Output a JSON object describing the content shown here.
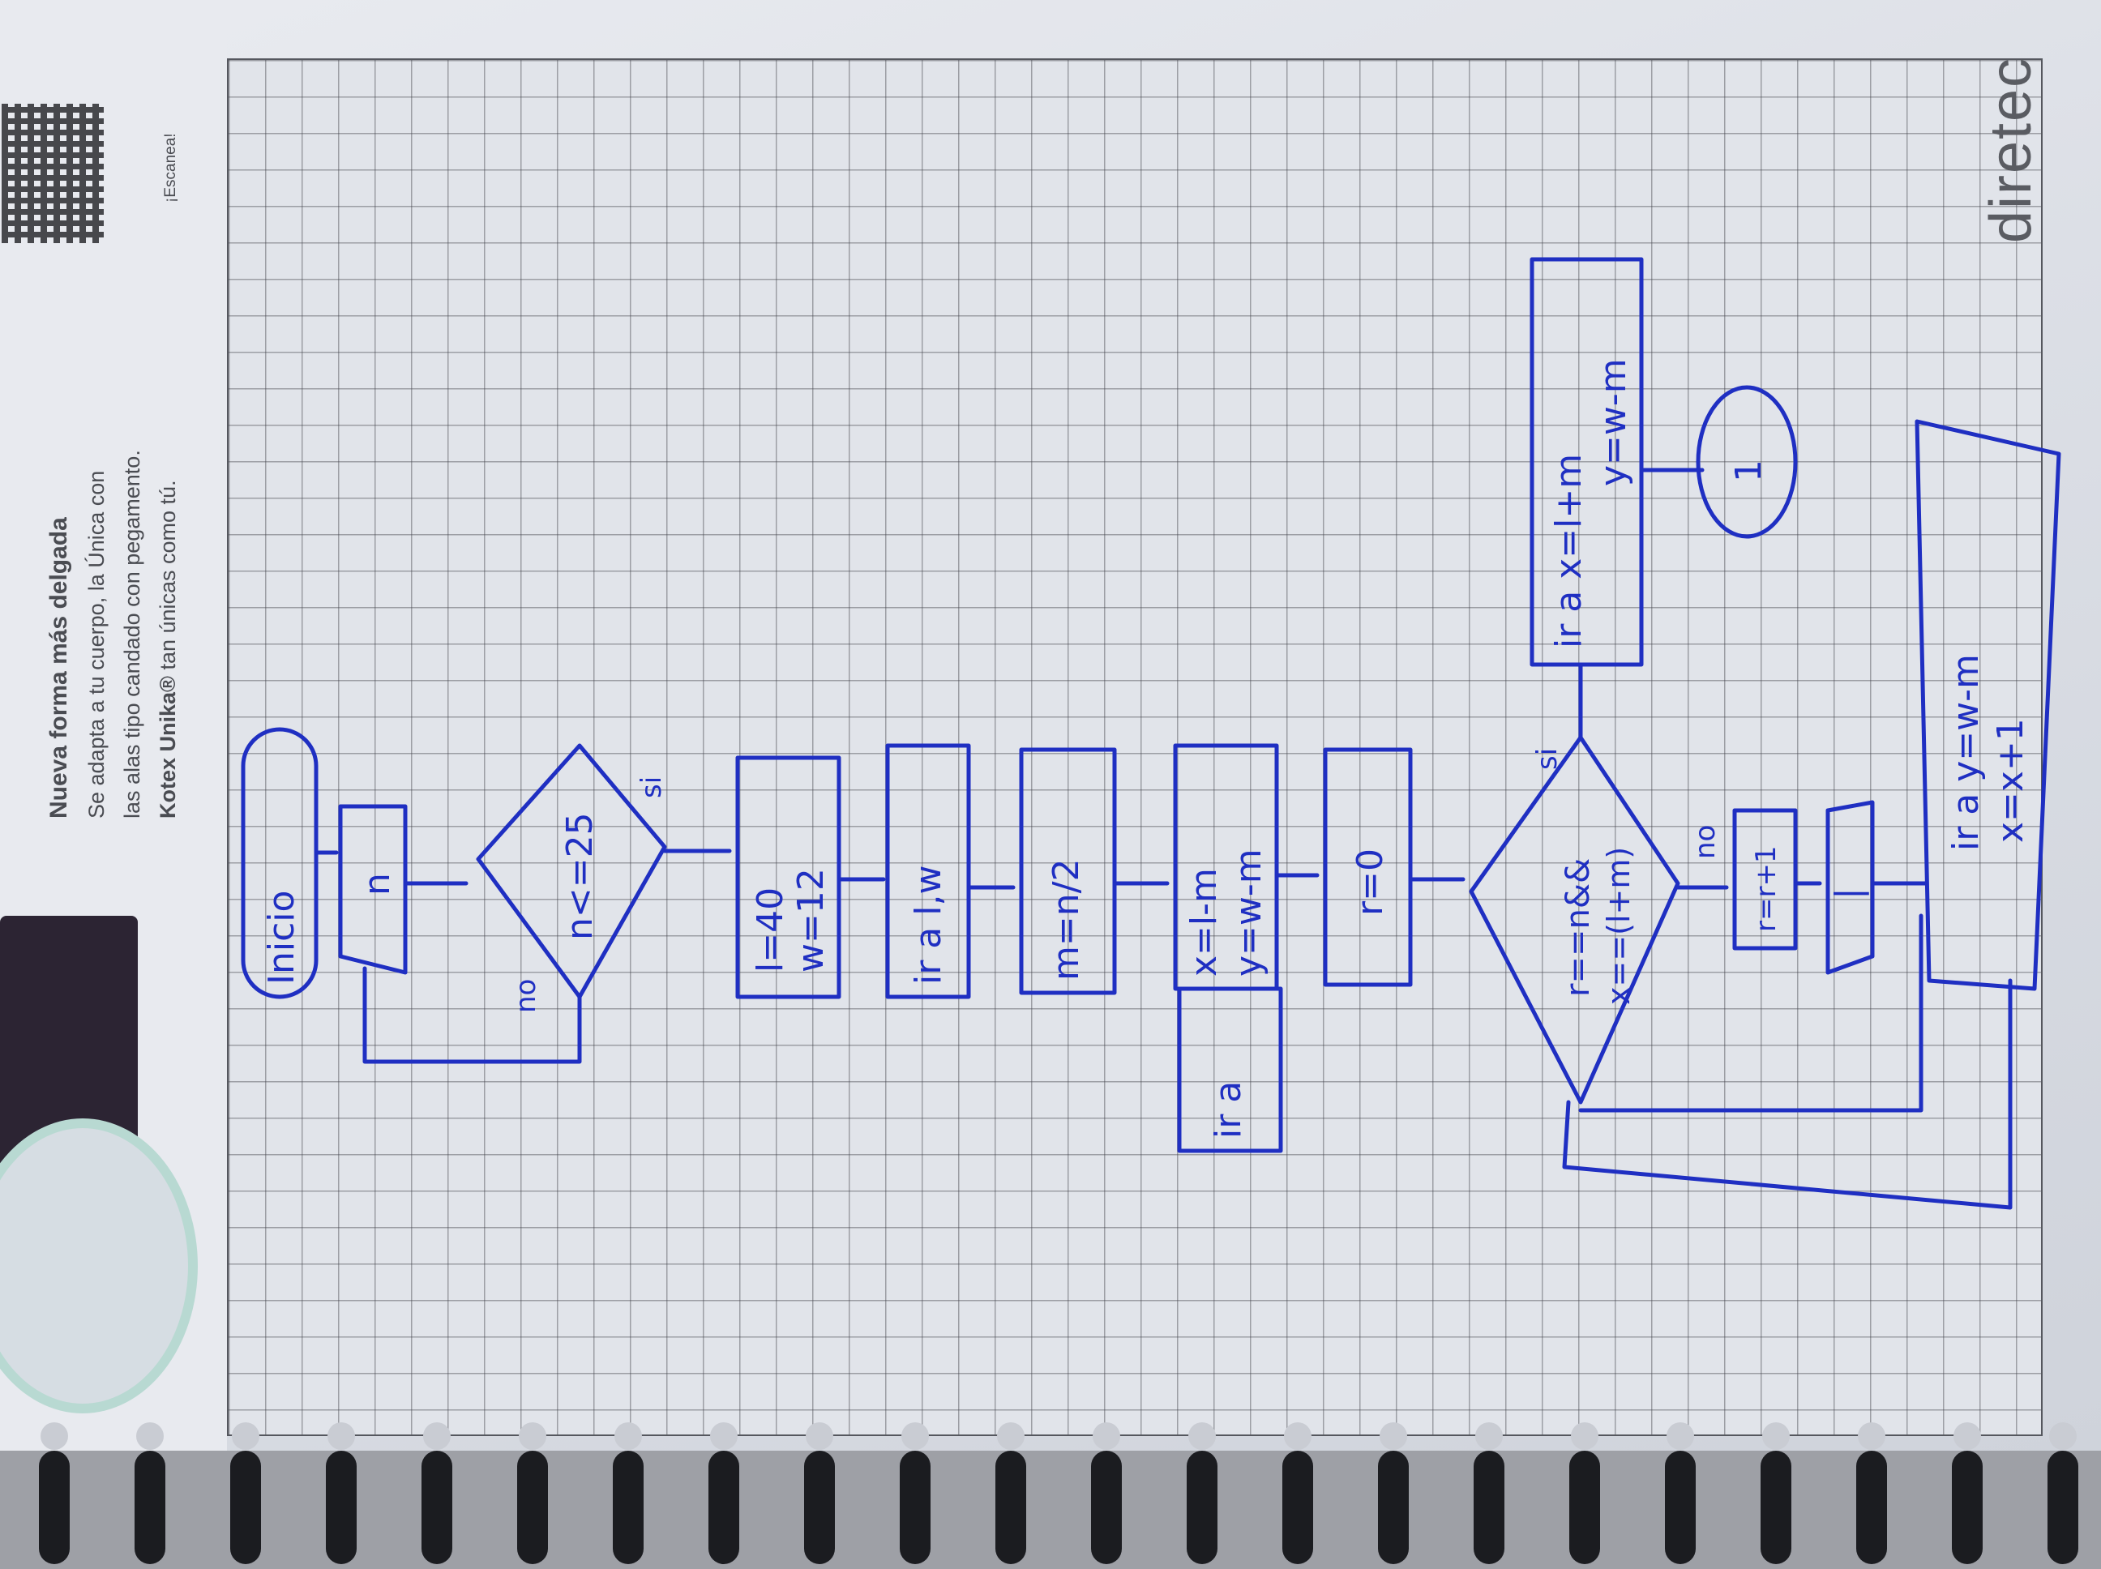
{
  "advert": {
    "headline": "Nueva forma más delgada",
    "line1": "Se adapta a tu cuerpo, la Única con",
    "line2": "las alas tipo candado con pegamento.",
    "line3_brand": "Kotex Unika®",
    "line3_rest": " tan únicas como tú.",
    "scan_label": "¡Escanea!"
  },
  "brand_logo": "diretec",
  "flowchart": {
    "start": "Inicio",
    "input": "n",
    "decision1": "n<=25",
    "decision1_yes": "si",
    "decision1_no": "no",
    "assign_lw_l": "l=40",
    "assign_lw_w": "w=12",
    "goto_lw": "ir a l,w",
    "assign_m": "m=n/2",
    "assign_xy_x": "x=l-m",
    "assign_xy_y": "y=w-m",
    "goto_side": "ir a",
    "assign_r": "r=0",
    "decision2_line1": "r==n&&",
    "decision2_line2": "x==(l+m)",
    "decision2_yes": "si",
    "decision2_no": "no",
    "goto_final_line1": "ir a x=l+m",
    "goto_final_line2": "y=w-m",
    "connector": "1",
    "increment_r": "r=r+1",
    "io_mark": "|",
    "goto_loop_line1": "ir a y=w-m",
    "goto_loop_line2": "x=x+1",
    "ink_color": "#1f2fc2"
  }
}
